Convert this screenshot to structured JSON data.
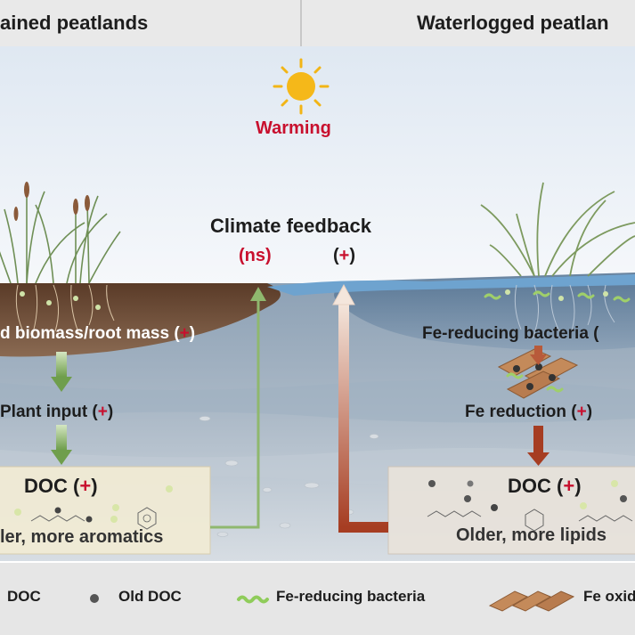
{
  "headers": {
    "left": "ained peatlands",
    "right": "Waterlogged peatlan"
  },
  "warming": "Warming",
  "climate": {
    "title": "Climate feedback",
    "left_sign": "(ns)",
    "right_sign_open": "(",
    "right_sign_mark": "+",
    "right_sign_close": ")"
  },
  "drained": {
    "biomass": "d biomass/root mass (",
    "plant_input": "Plant input (",
    "doc": "DOC (",
    "doc_note": "ler, more aromatics"
  },
  "waterlogged": {
    "bacteria": "Fe-reducing bacteria (",
    "fe_reduction": "Fe reduction (",
    "doc": "DOC (",
    "doc_note": "Older, more lipids"
  },
  "signs": {
    "plus": "+",
    "close": ")"
  },
  "legend": {
    "items": [
      {
        "label": "DOC"
      },
      {
        "label": "Old DOC"
      },
      {
        "label": "Fe-reducing bacteria"
      },
      {
        "label": "Fe oxid"
      }
    ]
  },
  "colors": {
    "accent_red": "#c8102e",
    "increase_sign": "#c8102e",
    "green_arrow": "#6f9e4c",
    "brown_arrow": "#a63d22",
    "water": "#6ea3cf"
  }
}
